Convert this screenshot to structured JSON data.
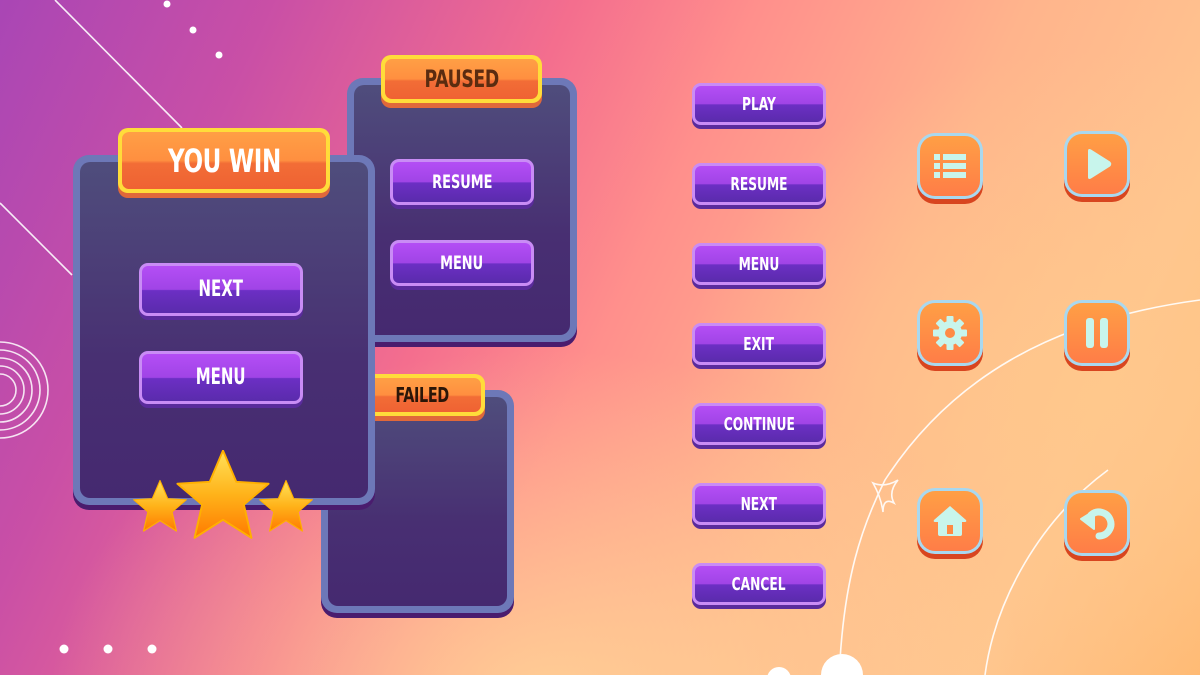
{
  "scene": {
    "description": "Game UI kit: popup panels, text buttons and icon buttons",
    "colors": {
      "panel_border": "#6d78b8",
      "panel_fill": "#4a3876",
      "ribbon_fill": "#ff8f40",
      "ribbon_border": "#ffdc3a",
      "button_fill": "#a044e6",
      "button_border": "#c98cf5",
      "icon_button_fill": "#ff8a45",
      "icon_glyph": "#c8f5ec"
    }
  },
  "panels": {
    "you_win": {
      "title": "YOU WIN",
      "buttons": [
        "NEXT",
        "MENU"
      ],
      "stars": 3
    },
    "paused": {
      "title": "PAUSED",
      "buttons": [
        "RESUME",
        "MENU"
      ]
    },
    "failed": {
      "title": "FAILED"
    }
  },
  "buttons": {
    "labels": [
      "PLAY",
      "RESUME",
      "MENU",
      "EXIT",
      "CONTINUE",
      "NEXT",
      "CANCEL"
    ]
  },
  "icon_buttons": [
    {
      "name": "list",
      "icon": "list-icon"
    },
    {
      "name": "play",
      "icon": "play-icon"
    },
    {
      "name": "settings",
      "icon": "gear-icon"
    },
    {
      "name": "pause",
      "icon": "pause-icon"
    },
    {
      "name": "home",
      "icon": "home-icon"
    },
    {
      "name": "restart",
      "icon": "restart-icon"
    }
  ]
}
